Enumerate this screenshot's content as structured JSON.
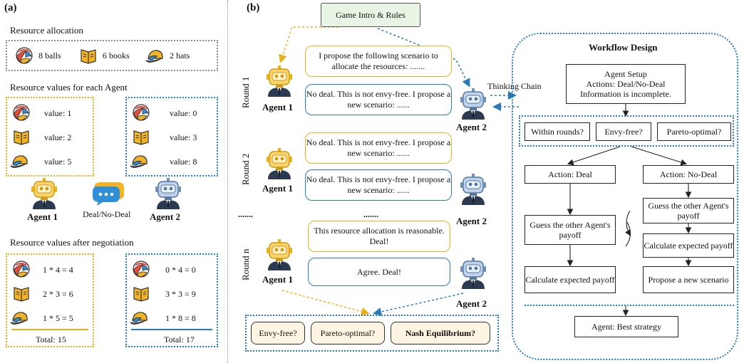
{
  "panel_a": {
    "label": "(a)",
    "resource_title": "Resource allocation",
    "resources": [
      "8 balls",
      "6 books",
      "2 hats"
    ],
    "values_title": "Resource values for each Agent",
    "agent1_values": [
      "value: 1",
      "value: 2",
      "value: 5"
    ],
    "agent2_values": [
      "value: 0",
      "value: 3",
      "value: 8"
    ],
    "agent1": "Agent 1",
    "agent2": "Agent 2",
    "deal_label": "Deal/No-Deal",
    "after_title": "Resource values after negotiation",
    "agent1_after": [
      "1 * 4 = 4",
      "2 * 3 = 6",
      "1 * 5 = 5"
    ],
    "agent2_after": [
      "0 * 4 = 0",
      "3 * 3 = 9",
      "1 * 8 = 8"
    ],
    "agent1_total": "Total:  15",
    "agent2_total": "Total:  17"
  },
  "panel_b": {
    "label": "(b)",
    "game_intro": "Game Intro & Rules",
    "round1": "Round 1",
    "round2": "Round 2",
    "roundn": "Round n",
    "r1_a1": "I propose the following scenario to allocate the resources: .......",
    "r1_a2": "No deal. This is not envy-free. I propose a new scenario:  ......",
    "r2_a1": "No deal. This is not envy-free. I propose a new scenario:  ......",
    "r2_a2": "No deal. This is not envy-free. I propose a new scenario:  ......",
    "rn_a1": "This resource allocation is reasonable. Deal!",
    "rn_a2": "Agree. Deal!",
    "agent1": "Agent 1",
    "agent2": "Agent 2",
    "ellipsis": ".......",
    "thinking_chain": "Thinking Chain",
    "checks": [
      "Envy-free?",
      "Pareto-optimal?",
      "Nash Equilibrium?"
    ]
  },
  "workflow": {
    "title": "Workflow Design",
    "setup": [
      "Agent Setup",
      "Actions: Deal/No-Deal",
      "Information is incomplete."
    ],
    "conditions": [
      "Within rounds?",
      "Envy-free?",
      "Pareto-optimal?"
    ],
    "action_deal": "Action: Deal",
    "action_nodeal": "Action: No-Deal",
    "guess_left": "Guess the other Agent's payoff",
    "guess_right": "Guess the other Agent's payoff",
    "calc_left": "Calculate expected payoff",
    "calc_right": "Calculate expected payoff",
    "propose": "Propose a new scenario",
    "best": "Agent: Best strategy"
  },
  "colors": {
    "yellow": "#e8b21c",
    "blue": "#2a79b8",
    "gray": "#888888",
    "pill_bg": "#fdf5e2"
  }
}
